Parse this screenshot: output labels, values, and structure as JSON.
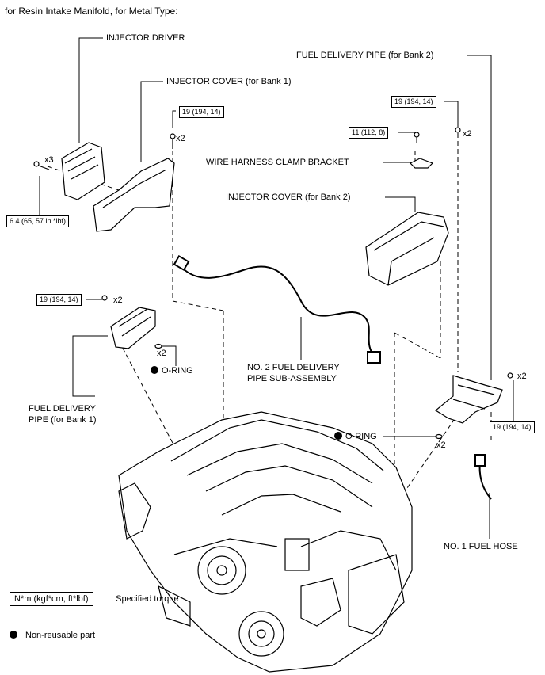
{
  "header": "for Resin Intake Manifold, for Metal Type:",
  "labels": {
    "injector_driver": "INJECTOR DRIVER",
    "injector_cover_bank1": "INJECTOR COVER (for Bank 1)",
    "fuel_delivery_pipe_bank2": "FUEL DELIVERY PIPE (for Bank 2)",
    "wire_harness_clamp_bracket": "WIRE HARNESS CLAMP BRACKET",
    "injector_cover_bank2": "INJECTOR COVER (for Bank 2)",
    "fuel_delivery_pipe_bank1_line1": "FUEL DELIVERY",
    "fuel_delivery_pipe_bank1_line2": "PIPE (for Bank 1)",
    "no2_pipe_line1": "NO. 2 FUEL DELIVERY",
    "no2_pipe_line2": "PIPE SUB-ASSEMBLY",
    "o_ring": "O-RING",
    "no1_fuel_hose": "NO. 1 FUEL HOSE"
  },
  "torques": {
    "t_injector_cover": "19 (194, 14)",
    "t_injector_driver": "6.4 (65, 57 in.*lbf)",
    "t_bank2_top": "19 (194, 14)",
    "t_clamp": "11 (112, 8)",
    "t_bank1_pipe": "19 (194, 14)",
    "t_bank2_pipe": "19 (194, 14)"
  },
  "counts": {
    "x3": "x3",
    "x2_cover": "x2",
    "x2_bank2_top": "x2",
    "x2_bank1_pipe": "x2",
    "x2_oring_left": "x2",
    "x2_oring_right": "x2",
    "x2_bank2_pipe": "x2"
  },
  "legend": {
    "torque_box": "N*m (kgf*cm, ft*lbf)",
    "torque_text": ": Specified torque",
    "nonreusable_text": "Non-reusable part"
  }
}
